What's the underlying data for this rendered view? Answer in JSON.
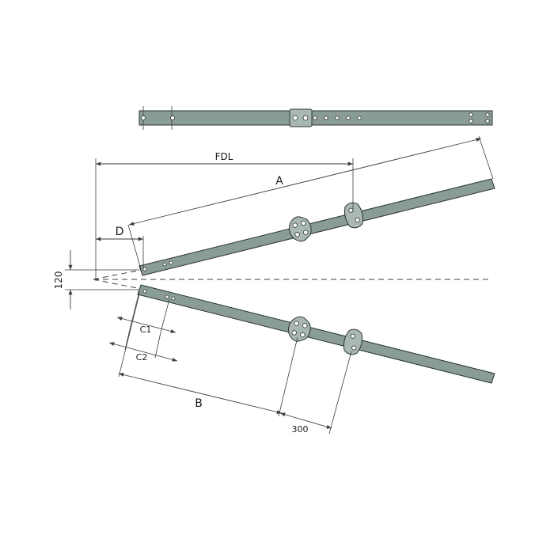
{
  "diagram": {
    "labels": {
      "fdl": "FDL",
      "a": "A",
      "d": "D",
      "offset": "120",
      "c1": "C1",
      "c2": "C2",
      "b": "B",
      "spacing": "300"
    },
    "colors": {
      "bar": "#8a9c96",
      "bracket": "#a9b8b2",
      "outline": "#2c3432",
      "dimension": "#3a3f3e"
    }
  }
}
